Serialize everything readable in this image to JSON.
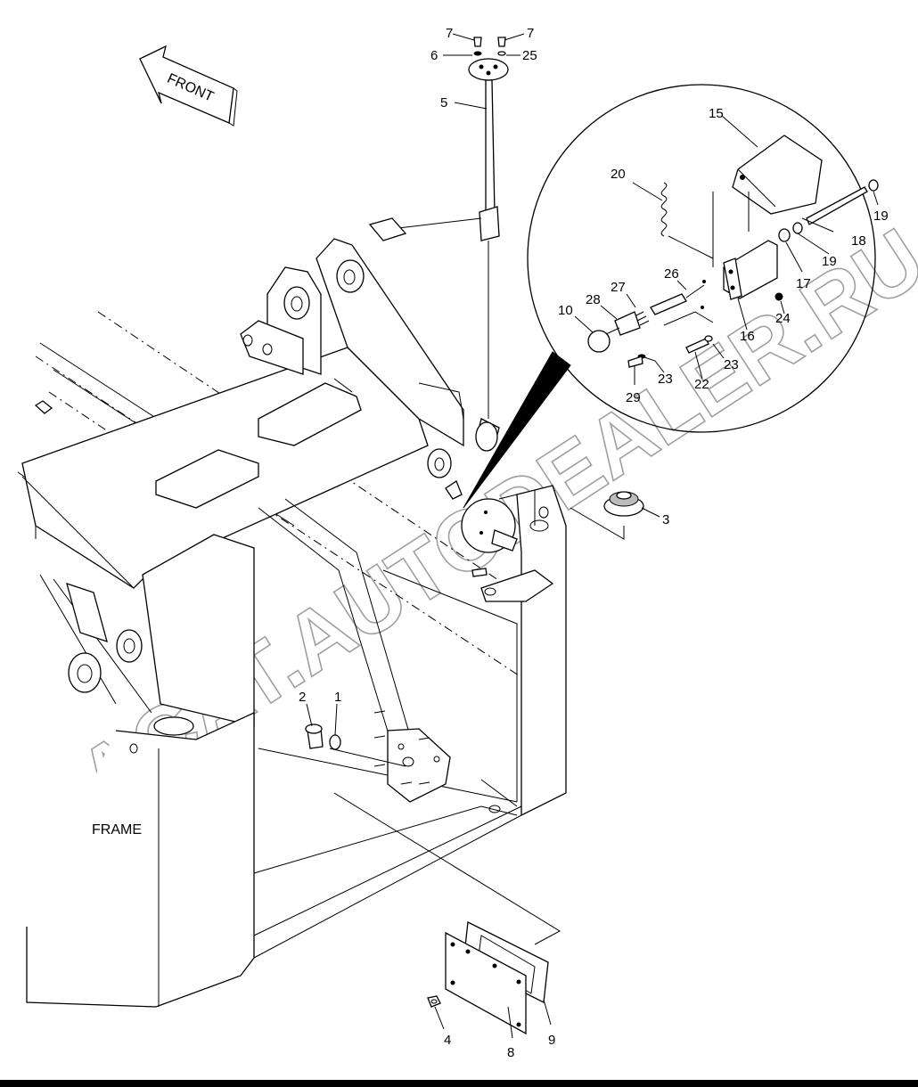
{
  "diagram": {
    "front_label": "FRONT",
    "frame_label": "FRAME",
    "watermark": "ACAT.AUTODEALER.RU",
    "callouts": {
      "c1": "1",
      "c2": "2",
      "c3": "3",
      "c4": "4",
      "c5": "5",
      "c6": "6",
      "c7a": "7",
      "c7b": "7",
      "c8": "8",
      "c9": "9",
      "c10": "10",
      "c15": "15",
      "c16": "16",
      "c17": "17",
      "c18": "18",
      "c19a": "19",
      "c19b": "19",
      "c20": "20",
      "c22": "22",
      "c23a": "23",
      "c23b": "23",
      "c24": "24",
      "c25": "25",
      "c26": "26",
      "c27": "27",
      "c28": "28",
      "c29": "29"
    }
  }
}
